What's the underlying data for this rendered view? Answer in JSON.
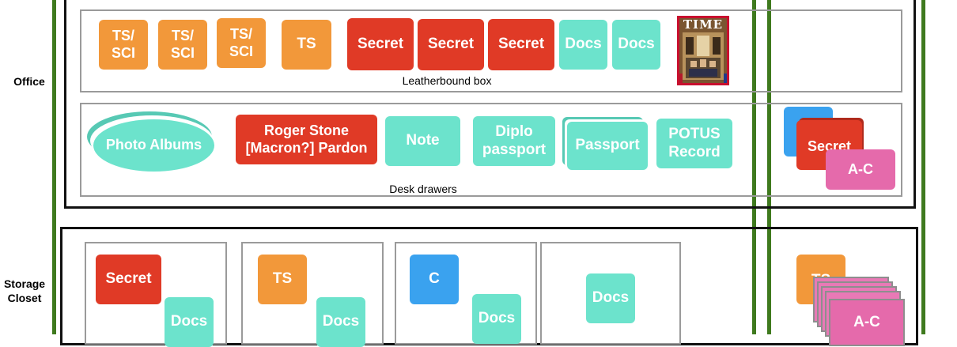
{
  "colors": {
    "orange": "#f2983a",
    "red": "#e03a26",
    "teal": "#6ce3cc",
    "blue": "#3aa2ef",
    "pink": "#e56aab",
    "green_border": "#3f7a1e",
    "black_border": "#111111",
    "gray_border": "#9a9a9a"
  },
  "rows": {
    "office": "Office",
    "storage_line1": "Storage",
    "storage_line2": "Closet"
  },
  "leatherbound": {
    "caption": "Leatherbound box",
    "tiles": [
      {
        "label": "TS/\nSCI",
        "color": "orange"
      },
      {
        "label": "TS/\nSCI",
        "color": "orange"
      },
      {
        "label": "TS/\nSCI",
        "color": "orange"
      },
      {
        "label": "TS",
        "color": "orange"
      },
      {
        "label": "Secret",
        "color": "red"
      },
      {
        "label": "Secret",
        "color": "red"
      },
      {
        "label": "Secret",
        "color": "red"
      },
      {
        "label": "Docs",
        "color": "teal"
      },
      {
        "label": "Docs",
        "color": "teal"
      }
    ],
    "magazine_title": "TIME"
  },
  "drawers": {
    "caption": "Desk drawers",
    "photo_albums": "Photo Albums",
    "pardon": "Roger Stone\n[Macron?] Pardon",
    "note": "Note",
    "diplo": "Diplo\npassport",
    "passport": "Passport",
    "potus": "POTUS\nRecord"
  },
  "office_side": {
    "secret": "Secret",
    "ac": "A-C"
  },
  "storage": {
    "box1": {
      "top": "Secret",
      "bottom": "Docs"
    },
    "box2": {
      "top": "TS",
      "bottom": "Docs"
    },
    "box3": {
      "top": "C",
      "bottom": "Docs"
    },
    "box4": {
      "single": "Docs"
    },
    "side_ts": "TS",
    "side_ac": "A-C"
  }
}
